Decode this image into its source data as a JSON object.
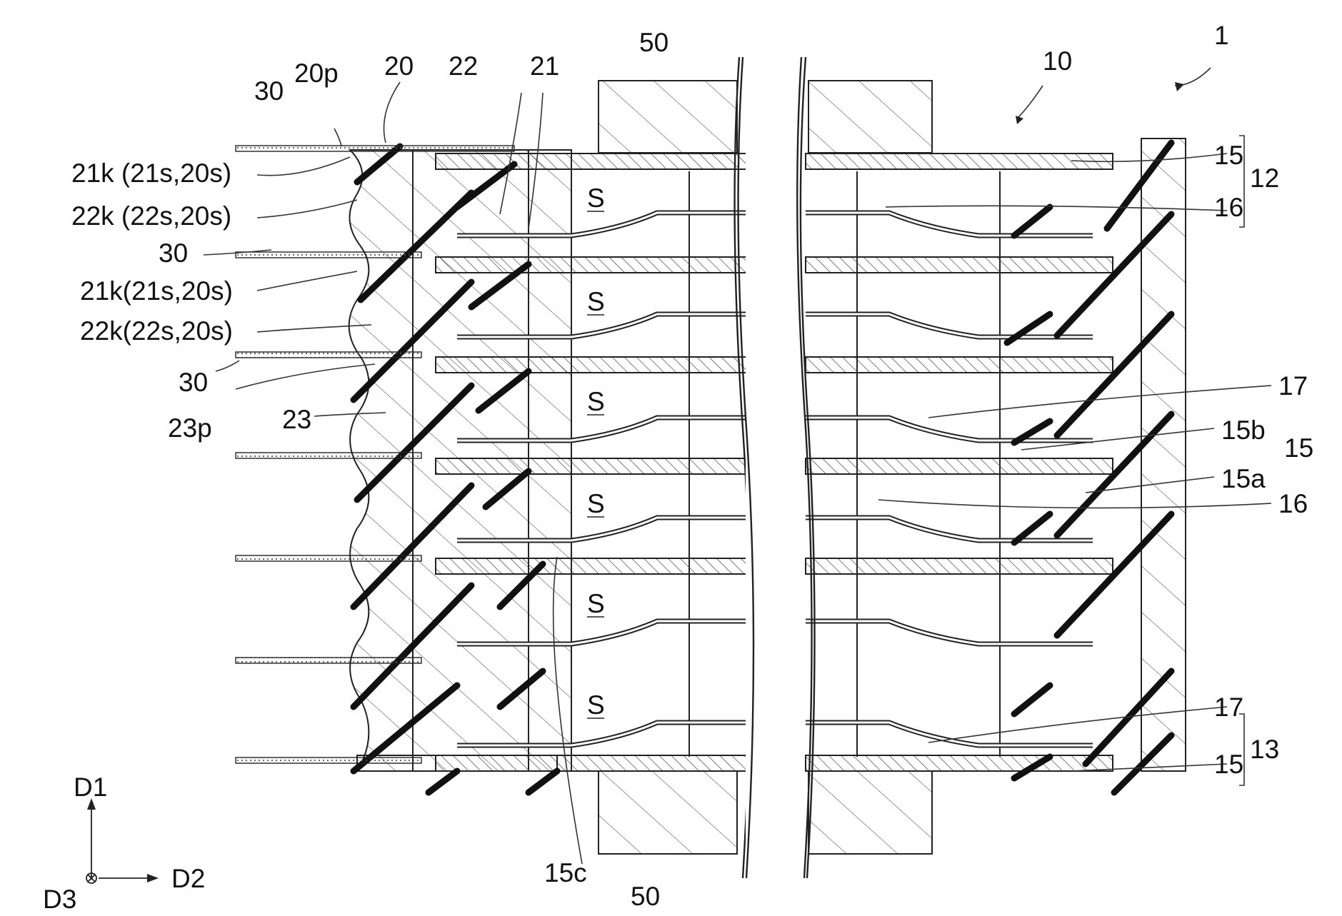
{
  "figure": {
    "labels": {
      "ref_1": "1",
      "ref_10": "10",
      "ref_12": "12",
      "ref_13": "13",
      "ref_20": "20",
      "ref_20p": "20p",
      "ref_21": "21",
      "ref_22": "22",
      "ref_23": "23",
      "ref_23p": "23p",
      "ref_50_top": "50",
      "ref_50_bottom": "50",
      "ref_15c": "15c",
      "ref_30_top": "30",
      "ref_30_mid": "30",
      "ref_30_low": "30",
      "left_21k_a": "21k (21s,20s)",
      "left_22k_a": "22k (22s,20s)",
      "left_21k_b": "21k(21s,20s)",
      "left_22k_b": "22k(22s,20s)",
      "right_15_top": "15",
      "right_16_top": "16",
      "right_17_mid": "17",
      "right_15b": "15b",
      "right_15_mid": "15",
      "right_15a": "15a",
      "right_16_mid": "16",
      "right_17_bottom": "17",
      "right_15_bottom": "15",
      "space_label": "S"
    },
    "axes": {
      "d1": "D1",
      "d2": "D2",
      "d3": "D3"
    }
  }
}
